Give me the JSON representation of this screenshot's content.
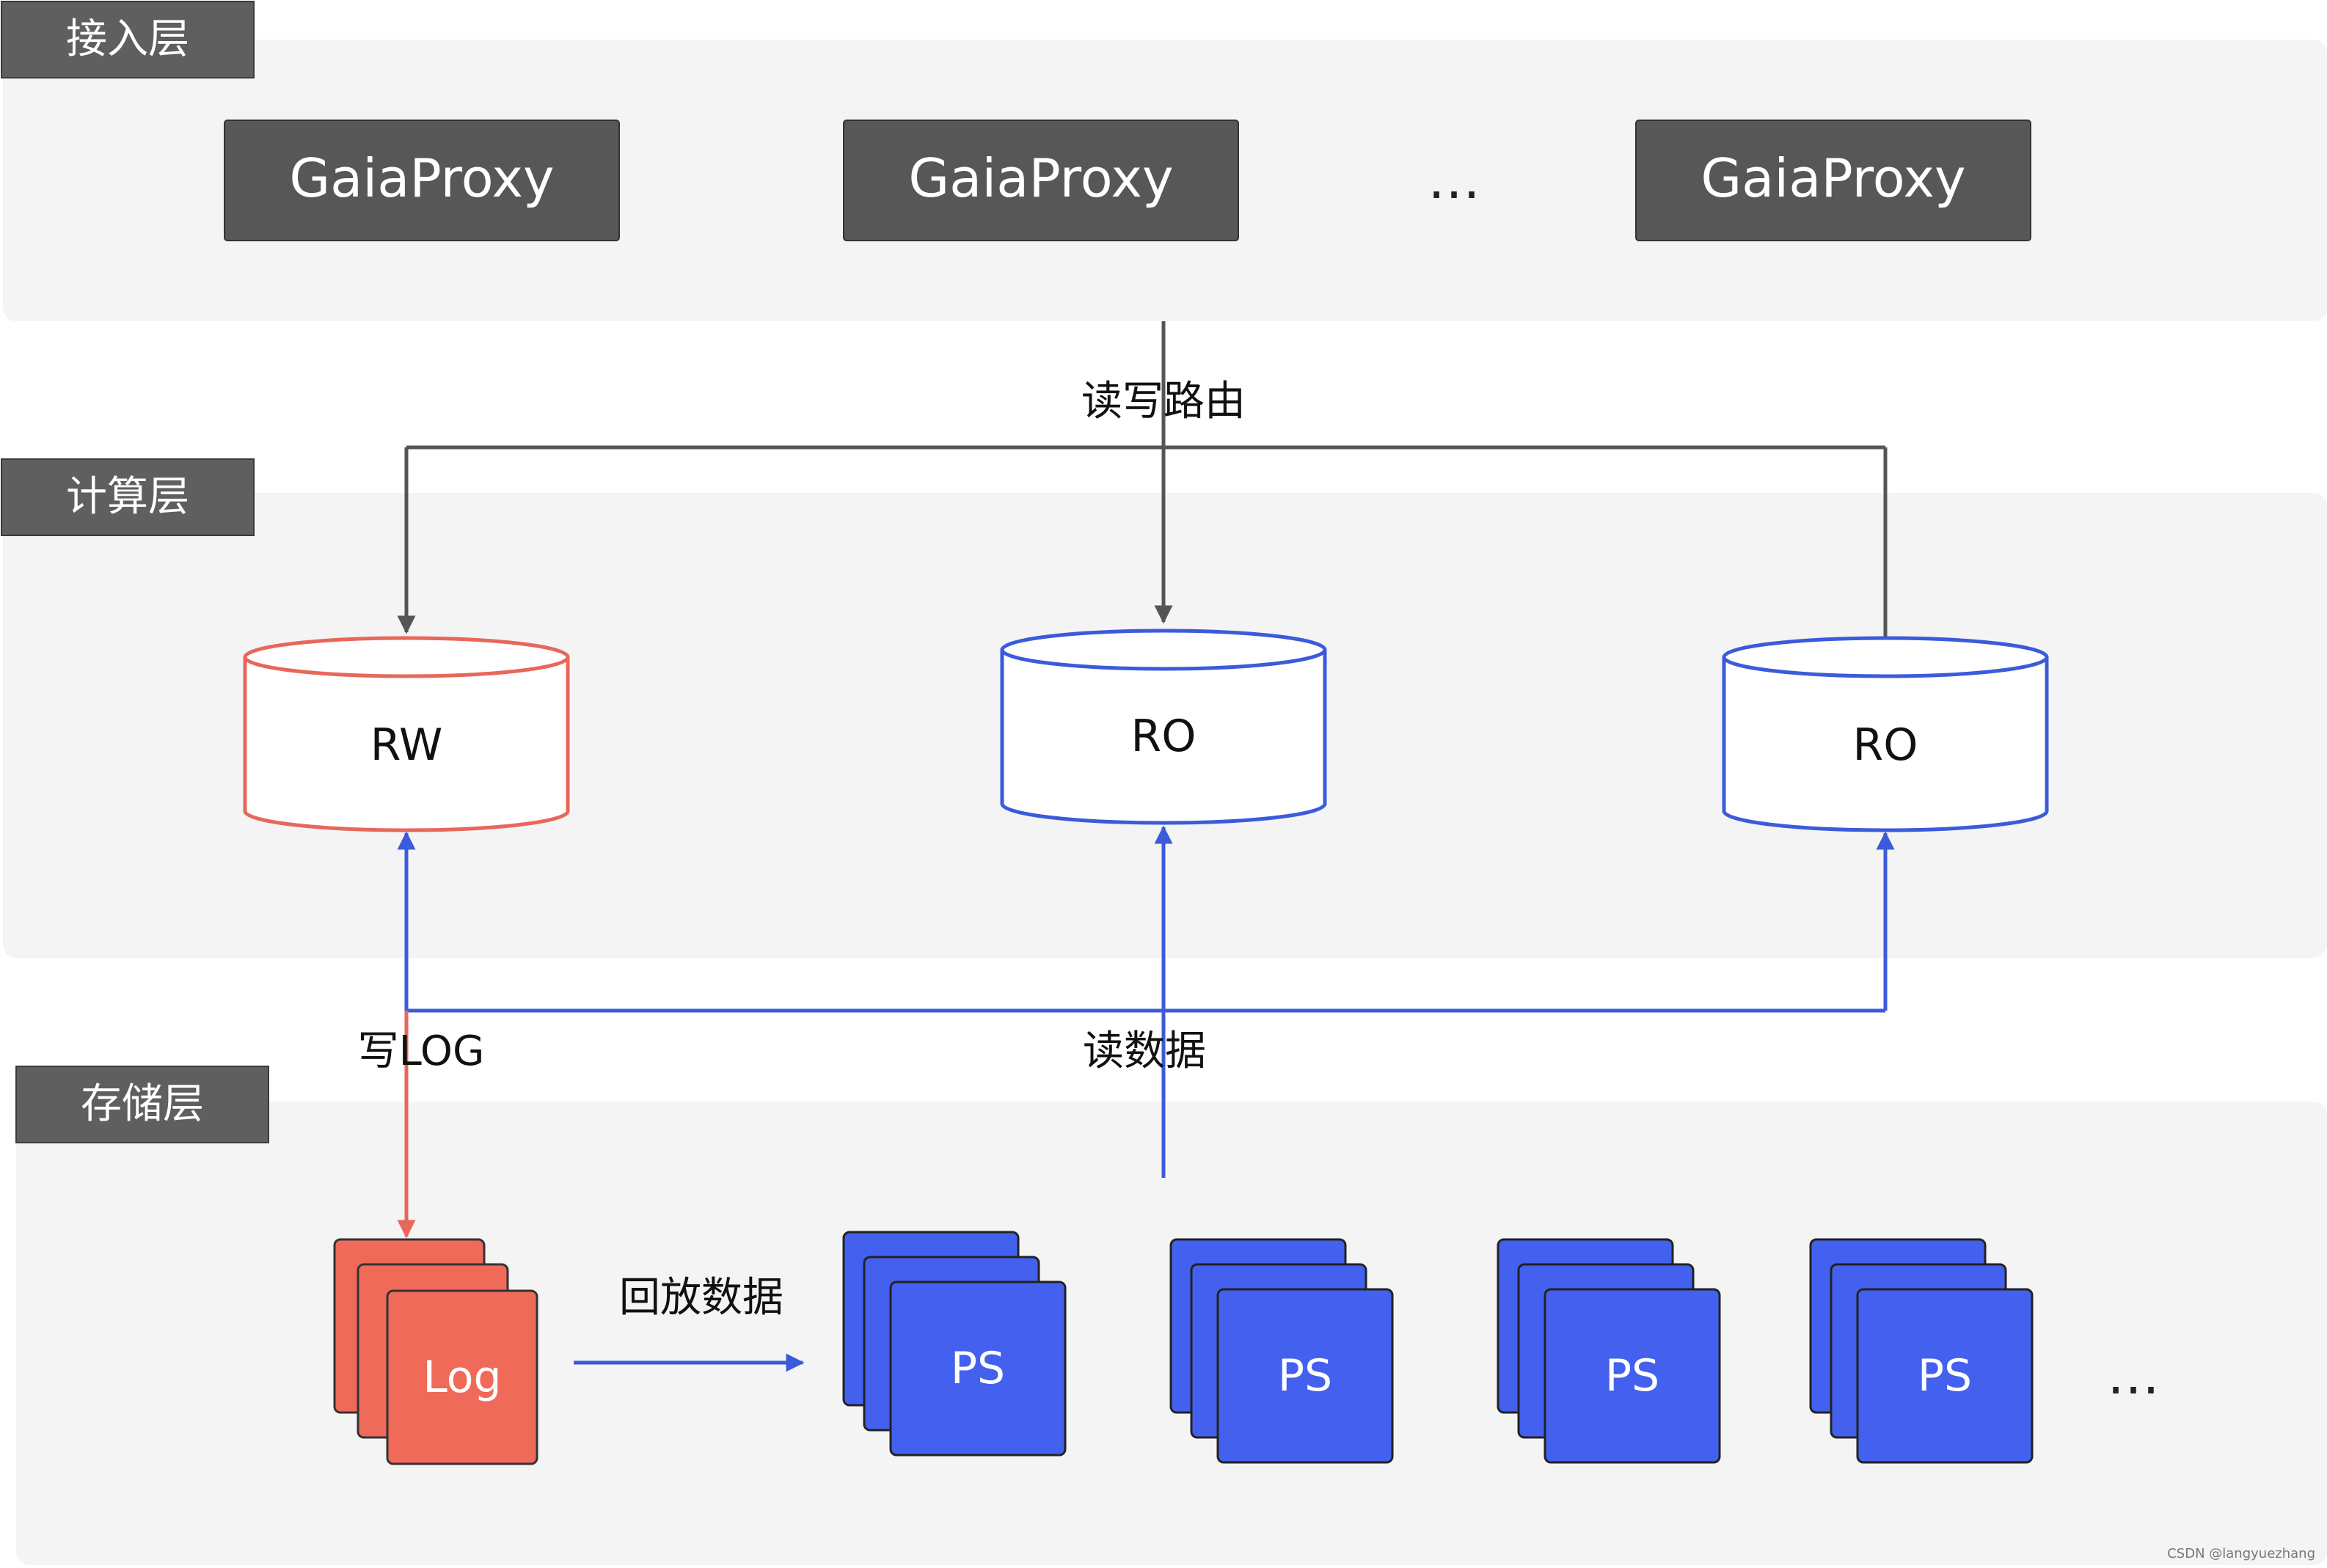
{
  "layers": {
    "access": {
      "label": "接入层"
    },
    "compute": {
      "label": "计算层"
    },
    "storage": {
      "label": "存储层"
    }
  },
  "proxies": [
    {
      "label": "GaiaProxy"
    },
    {
      "label": "GaiaProxy"
    },
    {
      "label": "GaiaProxy"
    }
  ],
  "proxy_ellipsis": "…",
  "routing_label": "读写路由",
  "nodes": {
    "rw": {
      "label": "RW",
      "color": "#e8675a"
    },
    "ro1": {
      "label": "RO",
      "color": "#3b5bdb"
    },
    "ro2": {
      "label": "RO",
      "color": "#3b5bdb"
    }
  },
  "write_log_label": "写LOG",
  "read_data_label": "读数据",
  "replay_label": "回放数据",
  "log_stack": {
    "label": "Log",
    "color": "#f06a5a"
  },
  "ps_stacks": [
    {
      "label": "PS"
    },
    {
      "label": "PS"
    },
    {
      "label": "PS"
    },
    {
      "label": "PS"
    }
  ],
  "ps_ellipsis": "…",
  "ps_color": "#4361ee",
  "watermark": "CSDN @langyuezhang",
  "colors": {
    "layer_bg": "#f4f4f4",
    "tag_bg": "#5f5f5f",
    "proxy_bg": "#575757",
    "route_line": "#555555",
    "read_line": "#3b5bdb",
    "write_line": "#e8675a"
  }
}
